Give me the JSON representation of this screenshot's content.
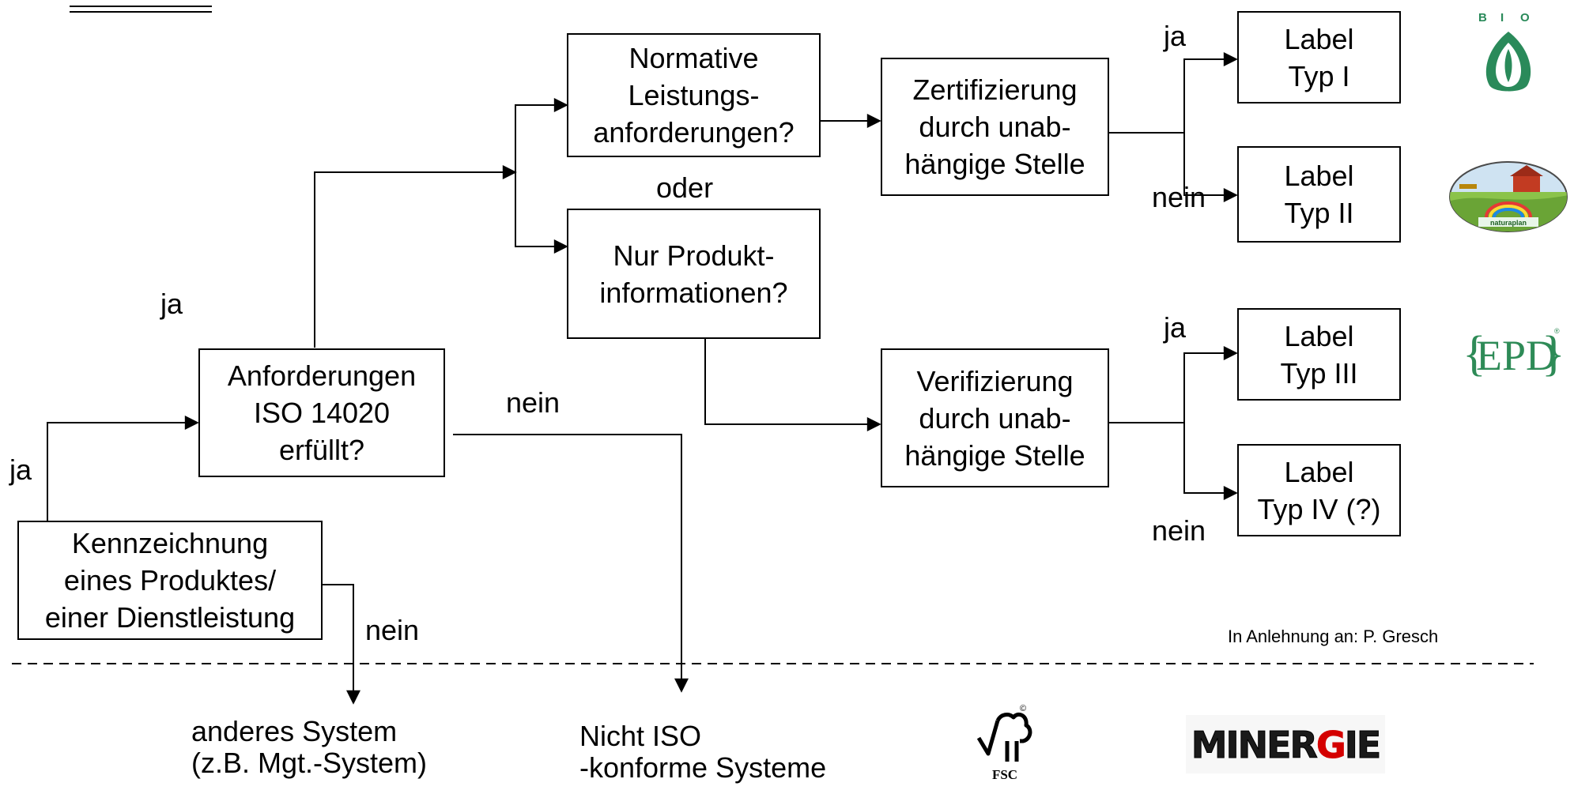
{
  "nodes": {
    "kennzeichnung": "Kennzeichnung\neines Produktes/\neiner Dienstleistung",
    "anforderungen": "Anforderungen\nISO 14020\nerfüllt?",
    "normative": "Normative\nLeistungs-\nanforderungen?",
    "nur_produkt": "Nur Produkt-\ninformationen?",
    "zertifizierung": "Zertifizierung\ndurch unab-\nhängige Stelle",
    "verifizierung": "Verifizierung\ndurch unab-\nhängige Stelle",
    "label1": "Label\nTyp I",
    "label2": "Label\nTyp II",
    "label3": "Label\nTyp III",
    "label4": "Label\nTyp IV (?)"
  },
  "edge_labels": {
    "ja_bottom": "ja",
    "ja_mid": "ja",
    "nein_kennzeichnung": "nein",
    "nein_anforderungen": "nein",
    "oder": "oder",
    "ja_label1": "ja",
    "nein_label2": "nein",
    "ja_label3": "ja",
    "nein_label4": "nein"
  },
  "outcomes": {
    "anderes_system": "anderes System\n(z.B. Mgt.-System)",
    "nicht_iso": "Nicht ISO\n-konforme Systeme"
  },
  "credit": "In Anlehnung an: P. Gresch",
  "logos": {
    "bio": {
      "text": "B I O",
      "icon": "bio-leaf-icon",
      "color": "#2a8a5a"
    },
    "naturaplan": {
      "text": "naturaplan",
      "icon": "landscape-icon"
    },
    "epd": {
      "text": "EPD",
      "mark": "®",
      "color": "#2e8b57"
    },
    "fsc": {
      "text": "FSC",
      "mark": "©",
      "icon": "tree-check-icon"
    },
    "minergie": {
      "text_prefix": "MINER",
      "text_g": "G",
      "text_suffix": "IE",
      "accent": "#d40000"
    }
  }
}
